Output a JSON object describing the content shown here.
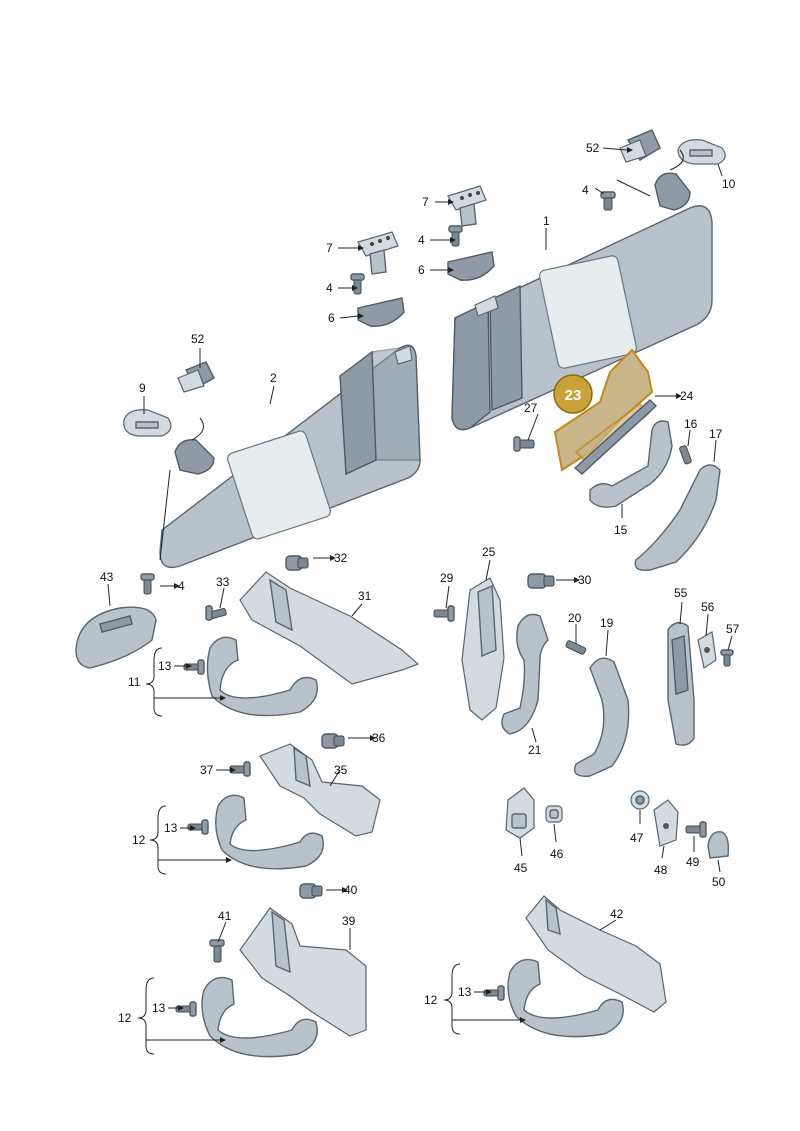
{
  "highlight": {
    "label": "23",
    "color": "#c9a23a"
  },
  "callouts": {
    "c1": "1",
    "c2": "2",
    "c4a": "4",
    "c4b": "4",
    "c4c": "4",
    "c4d": "4",
    "c6a": "6",
    "c6b": "6",
    "c7a": "7",
    "c7b": "7",
    "c9": "9",
    "c10": "10",
    "c11": "11",
    "c12a": "12",
    "c12b": "12",
    "c12c": "12",
    "c13a": "13",
    "c13b": "13",
    "c13c": "13",
    "c13d": "13",
    "c15": "15",
    "c16": "16",
    "c17": "17",
    "c19": "19",
    "c20": "20",
    "c21": "21",
    "c24": "24",
    "c25": "25",
    "c27": "27",
    "c29": "29",
    "c30": "30",
    "c31": "31",
    "c32": "32",
    "c33": "33",
    "c35": "35",
    "c36": "36",
    "c37": "37",
    "c39": "39",
    "c40": "40",
    "c41": "41",
    "c42": "42",
    "c43": "43",
    "c45": "45",
    "c46": "46",
    "c47": "47",
    "c48": "48",
    "c49": "49",
    "c50": "50",
    "c52a": "52",
    "c52b": "52",
    "c55": "55",
    "c56": "56",
    "c57": "57"
  }
}
